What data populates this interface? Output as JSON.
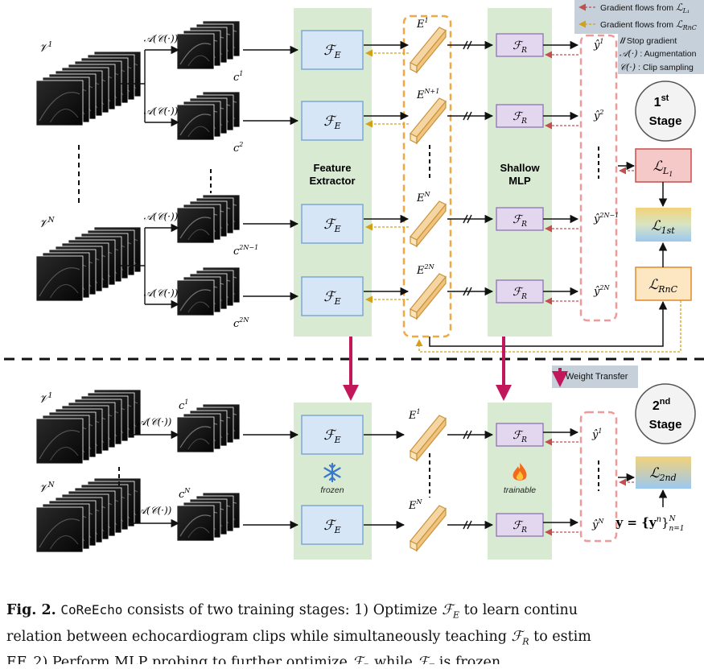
{
  "stage1": {
    "videos": [
      {
        "sym": "𝒱",
        "sup": "1"
      },
      {
        "sym": "𝒱",
        "sup": "N"
      }
    ],
    "aug_label": "𝒜(𝒞(·))",
    "clips": [
      {
        "sup": "1"
      },
      {
        "sup": "2"
      },
      {
        "sup": "2N−1"
      },
      {
        "sup": "2N"
      }
    ],
    "fe_label": "ℱ",
    "fe_sub": "E",
    "fr_label": "ℱ",
    "fr_sub": "R",
    "feature_extractor": [
      "Feature",
      "Extractor"
    ],
    "shallow_mlp": [
      "Shallow",
      "MLP"
    ],
    "embeddings": [
      {
        "sup": "1"
      },
      {
        "sup": "N+1"
      },
      {
        "sup": "N"
      },
      {
        "sup": "2N"
      }
    ],
    "preds": [
      {
        "sup": "1"
      },
      {
        "sup": "2"
      },
      {
        "sup": "2N−1"
      },
      {
        "sup": "2N"
      }
    ],
    "stage_title": [
      "1",
      "st",
      "Stage"
    ],
    "loss_l1": {
      "main": "ℒ",
      "sub": "L",
      "subsub": "1"
    },
    "loss_1st": {
      "main": "ℒ",
      "sub": "1st"
    },
    "loss_rnc": {
      "main": "ℒ",
      "sub": "RnC"
    }
  },
  "legend": {
    "grad_l1": "Gradient flows from ",
    "grad_rnc": "Gradient flows from ",
    "stop": "Stop gradient",
    "aug_sym": "𝒜(·)",
    "aug": " : Augmentation",
    "clip_sym": "𝒞(·)",
    "clip": " : Clip sampling",
    "stop_sym": "//"
  },
  "weight_transfer": "Weight Transfer",
  "stage2": {
    "videos": [
      {
        "sym": "𝒱",
        "sup": "1"
      },
      {
        "sym": "𝒱",
        "sup": "N"
      }
    ],
    "clips": [
      {
        "sup": "1"
      },
      {
        "sup": "N"
      }
    ],
    "embeddings": [
      {
        "sup": "1"
      },
      {
        "sup": "N"
      }
    ],
    "preds": [
      {
        "sup": "1"
      },
      {
        "sup": "N"
      }
    ],
    "frozen": "frozen",
    "trainable": "trainable",
    "stage_title": [
      "2",
      "nd",
      "Stage"
    ],
    "loss_2nd": {
      "main": "ℒ",
      "sub": "2nd"
    },
    "labels": "𝐲 = {y",
    "labels_tail": "}",
    "labels_sup": "n",
    "labels_range_sub": "n=1",
    "labels_range_sup": "N"
  },
  "caption": {
    "fig": "Fig. 2.",
    "name": "CoReEcho",
    "line1_a": " consists of two training stages: 1) Optimize ",
    "line1_b": " to learn continu",
    "line2_a": "relation between echocardiogram clips while simultaneously teaching ",
    "line2_b": " to estim",
    "line3_a": "EF. 2) Perform MLP probing to further optimize ",
    "line3_b": " while ",
    "line3_c": " is frozen.",
    "fe": "ℱ",
    "fe_sub": "E",
    "fr": "ℱ",
    "fr_sub": "R"
  },
  "colors": {
    "fe_fill": "#d6e6f7",
    "fe_stroke": "#6f9fd1",
    "fr_fill": "#e2d7ee",
    "fr_stroke": "#9074b5",
    "panel": "#d8ead2",
    "emb_fill": "#f5d6a3",
    "emb_stroke": "#c99238",
    "loss_l1_fill": "#f6c9c9",
    "loss_l1_stroke": "#c94d4d",
    "loss_rnc_fill": "#fde7c3",
    "loss_rnc_stroke": "#e08a2a",
    "grad_l1": "#c0504d",
    "grad_rnc": "#d4a017",
    "magenta": "#c2185b",
    "legend_bg": "#c6d0da"
  }
}
